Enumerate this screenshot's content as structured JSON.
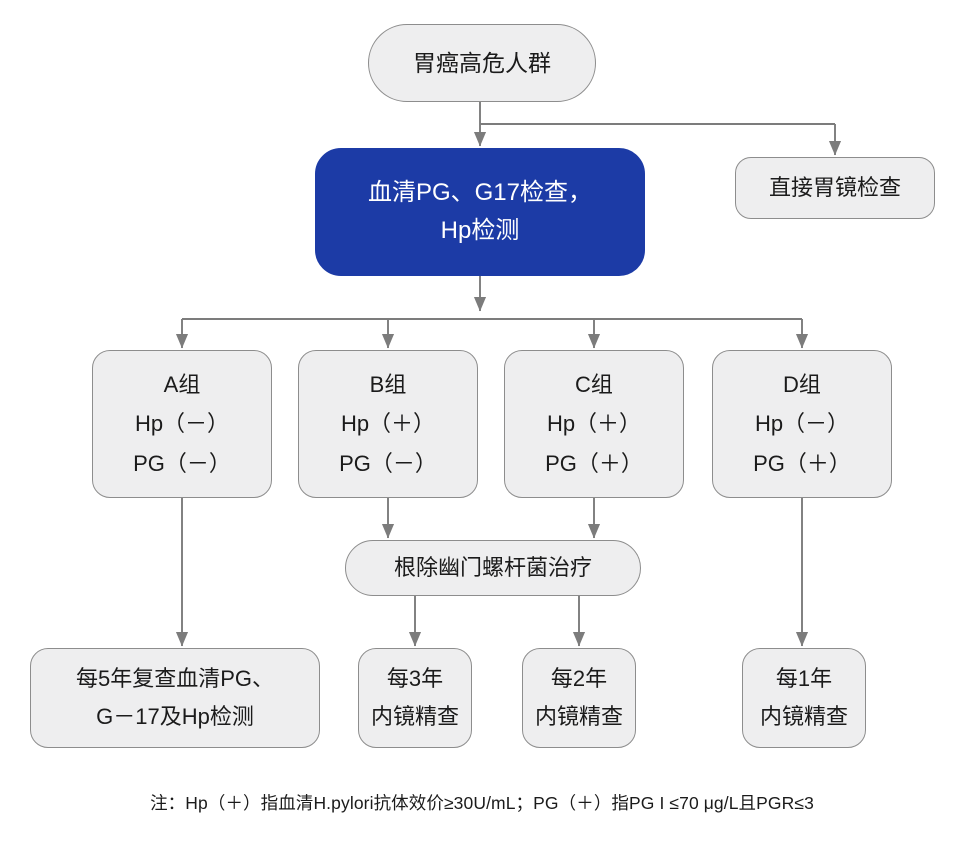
{
  "diagram": {
    "title_node": {
      "text": "胃癌高危人群"
    },
    "serum_node": {
      "line1": "血清PG、G17检查，",
      "line2": "Hp检测",
      "color": "#1c3ba6",
      "text_color": "#ffffff"
    },
    "direct_node": {
      "text": "直接胃镜检查"
    },
    "groups": [
      {
        "name": "A组",
        "hp": "Hp（－）",
        "pg": "PG（－）"
      },
      {
        "name": "B组",
        "hp": "Hp（＋）",
        "pg": "PG（－）"
      },
      {
        "name": "C组",
        "hp": "Hp（＋）",
        "pg": "PG（＋）"
      },
      {
        "name": "D组",
        "hp": "Hp（－）",
        "pg": "PG（＋）"
      }
    ],
    "eradication_node": {
      "text": "根除幽门螺杆菌治疗"
    },
    "outcomes": [
      {
        "line1": "每5年复查血清PG、",
        "line2": "G－17及Hp检测"
      },
      {
        "line1": "每3年",
        "line2": "内镜精查"
      },
      {
        "line1": "每2年",
        "line2": "内镜精查"
      },
      {
        "line1": "每1年",
        "line2": "内镜精查"
      }
    ],
    "footnote": "注：Hp（＋）指血清H.pylori抗体效价≥30U/mL；PG（＋）指PG I ≤70 μg/L且PGR≤3",
    "edge_color": "#7c7c7c",
    "node_fill": "#eeeeef",
    "node_border": "#8d8d8d"
  }
}
